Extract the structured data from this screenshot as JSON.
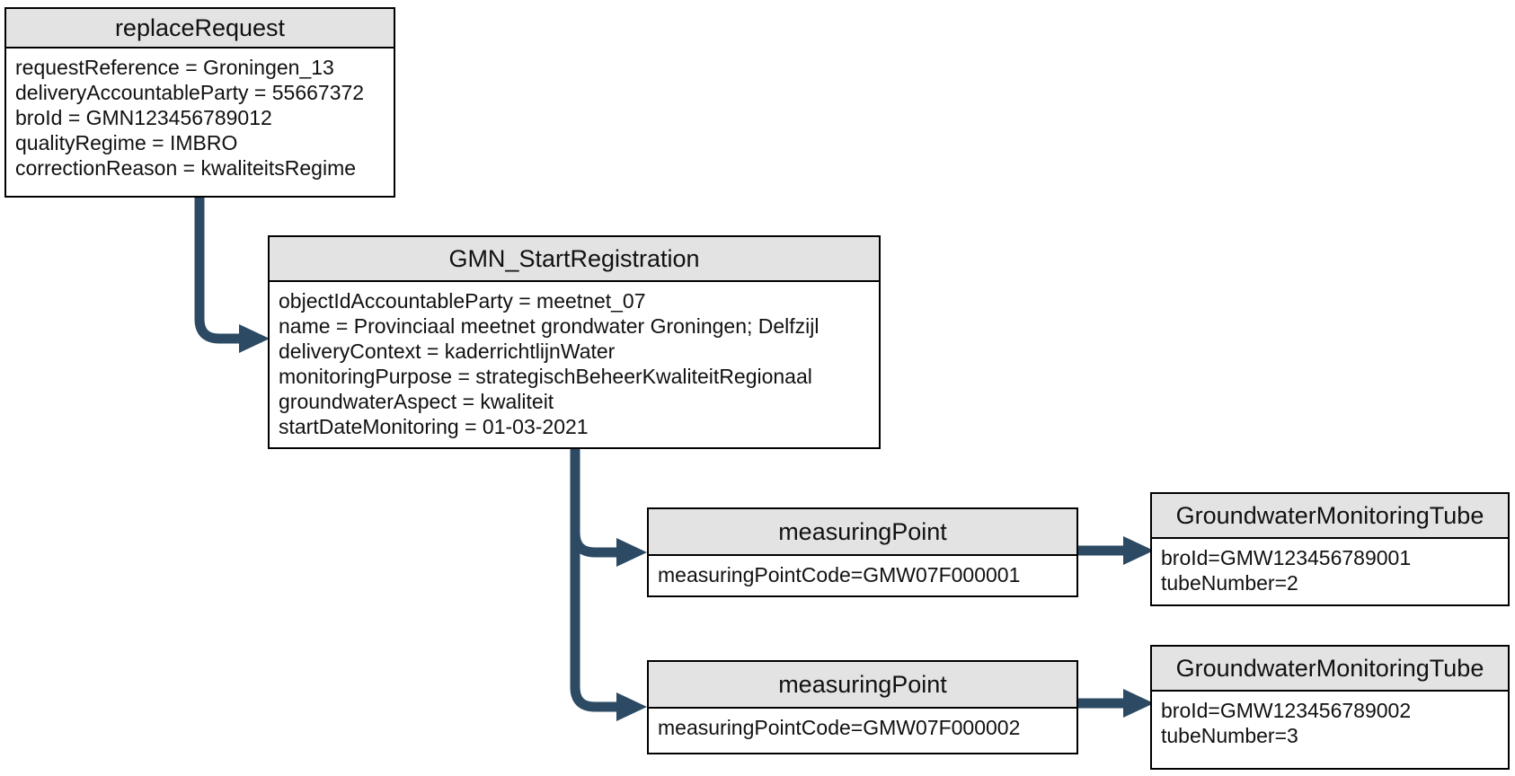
{
  "diagram": {
    "colors": {
      "arrow": "#2c4a63",
      "border": "#000000",
      "header_fill": "#e3e3e3",
      "background": "#ffffff",
      "text": "#111111"
    },
    "nodes": {
      "replaceRequest": {
        "title": "replaceRequest",
        "lines": [
          "requestReference = Groningen_13",
          "deliveryAccountableParty = 55667372",
          "broId = GMN123456789012",
          "qualityRegime = IMBRO",
          "correctionReason = kwaliteitsRegime"
        ]
      },
      "gmnStartRegistration": {
        "title": "GMN_StartRegistration",
        "lines": [
          "objectIdAccountableParty = meetnet_07",
          "name = Provinciaal meetnet grondwater Groningen; Delfzijl",
          "deliveryContext = kaderrichtlijnWater",
          "monitoringPurpose = strategischBeheerKwaliteitRegionaal",
          "groundwaterAspect = kwaliteit",
          "startDateMonitoring = 01-03-2021"
        ]
      },
      "measuringPoint1": {
        "title": "measuringPoint",
        "lines": [
          "measuringPointCode=GMW07F000001"
        ]
      },
      "groundwaterMonitoringTube1": {
        "title": "GroundwaterMonitoringTube",
        "lines": [
          "broId=GMW123456789001",
          "tubeNumber=2"
        ]
      },
      "measuringPoint2": {
        "title": "measuringPoint",
        "lines": [
          "measuringPointCode=GMW07F000002"
        ]
      },
      "groundwaterMonitoringTube2": {
        "title": "GroundwaterMonitoringTube",
        "lines": [
          "broId=GMW123456789002",
          "tubeNumber=3"
        ]
      }
    }
  }
}
